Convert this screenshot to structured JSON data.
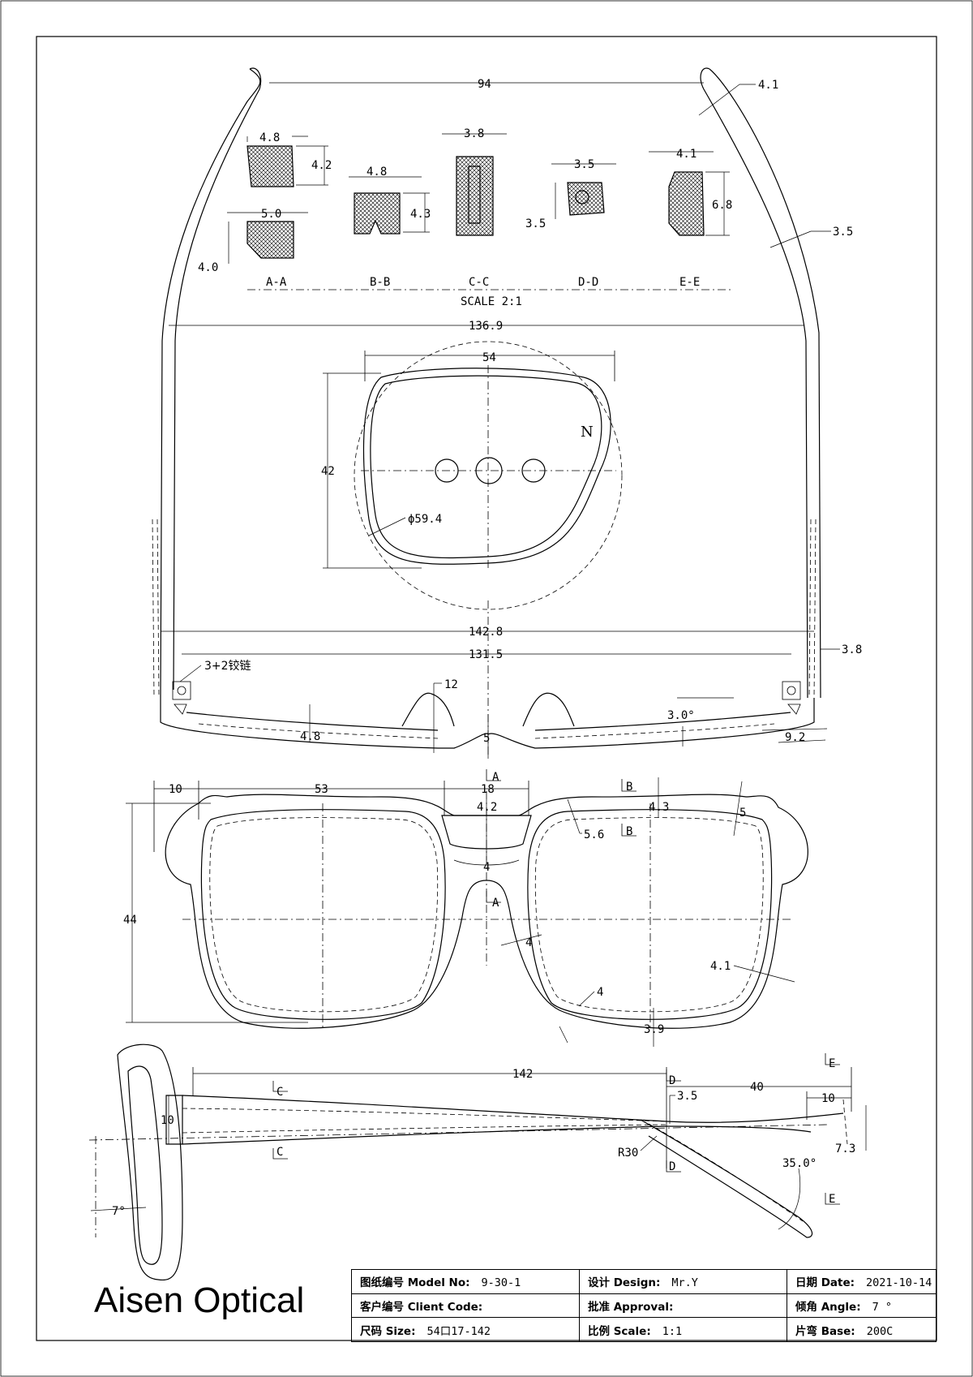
{
  "section_views": {
    "A-A": {
      "width": "5.0",
      "height": "4.0",
      "top_width": "4.8",
      "top_height": "4.2"
    },
    "B-B": {
      "width": "4.8",
      "height": "4.3"
    },
    "C-C": {
      "width": "3.8"
    },
    "D-D": {
      "width": "3.5",
      "height": "3.5"
    },
    "E-E": {
      "width": "4.1",
      "height": "6.8"
    },
    "labels": [
      "A-A",
      "B-B",
      "C-C",
      "D-D",
      "E-E"
    ],
    "scale_note": "SCALE 2:1"
  },
  "top_view": {
    "temple_tip_span": "94",
    "temple_tip_thickness": "4.1",
    "temple_thickness": "3.5",
    "overall_width": "136.9",
    "hinge_outer_width": "142.8",
    "hinge_inner_width": "131.5",
    "hinge_thickness": "3.8",
    "hinge_label": "3+2铰链",
    "nosepad_height": "12",
    "front_thickness": "4.8",
    "bridge_thickness": "5",
    "face_angle": "3.0°",
    "front_depth": "9.2"
  },
  "lens": {
    "width": "54",
    "height": "42",
    "diameter": "ϕ59.4",
    "side_mark": "N"
  },
  "front_view": {
    "endpiece_width": "10",
    "lens_width": "53",
    "bridge_width": "18",
    "bridge_top": "4.2",
    "bridge_depth": "4",
    "rim_top": "4.3",
    "rim_top_corner": "5",
    "rim_inner_corner": "5.6",
    "height": "44",
    "rim_side": "4",
    "rim_outer": "4.1",
    "rim_bottom_corner": "4",
    "rim_bottom": "3.9",
    "section_marks": [
      "A",
      "A",
      "B",
      "B"
    ]
  },
  "side_view": {
    "temple_length": "142",
    "bend_length": "40",
    "tip_length": "10",
    "temple_height": "10",
    "bend_thickness": "3.5",
    "bend_radius": "R30",
    "tip_offset": "7.3",
    "drop_angle": "35.0°",
    "pantoscopic": "7°",
    "section_marks": [
      "C",
      "C",
      "D",
      "D",
      "E",
      "E"
    ]
  },
  "brand": "Aisen Optical",
  "title_block": {
    "model_key": "图纸编号 Model No:",
    "model_val": "9-30-1",
    "design_key": "设计 Design:",
    "design_val": "Mr.Y",
    "date_key": "日期 Date:",
    "date_val": "2021-10-14",
    "client_key": "客户编号 Client Code:",
    "client_val": "",
    "approval_key": "批准 Approval:",
    "approval_val": "",
    "angle_key": "倾角 Angle:",
    "angle_val": "7 °",
    "size_key": "尺码 Size:",
    "size_val": "54口17-142",
    "scale_key": "比例 Scale:",
    "scale_val": "1:1",
    "base_key": "片弯 Base:",
    "base_val": "200C"
  }
}
